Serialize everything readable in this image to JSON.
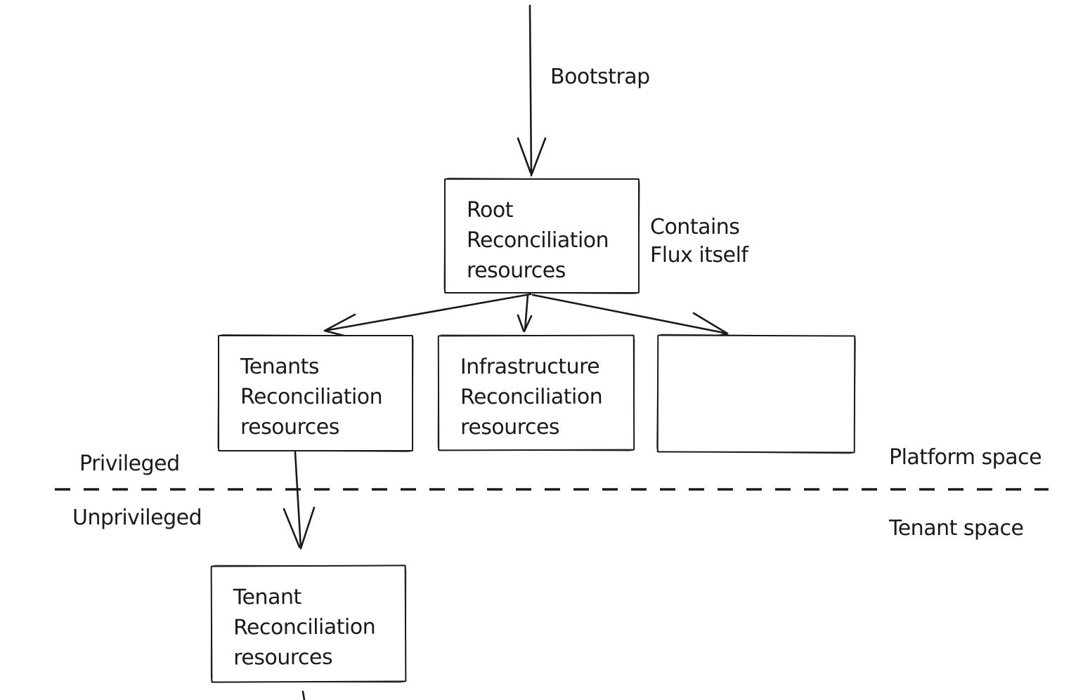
{
  "diagram": {
    "bootstrap_label": "Bootstrap",
    "root_note": "Contains\nFlux itself",
    "nodes": {
      "root": {
        "text": "Root\nReconciliation\nresources"
      },
      "tenants": {
        "text": "Tenants\nReconciliation\nresources"
      },
      "infrastructure": {
        "text": "Infrastructure\nReconciliation\nresources"
      },
      "empty": {
        "text": ""
      },
      "tenant": {
        "text": "Tenant\nReconciliation\nresources"
      }
    },
    "zone_labels": {
      "privileged": "Privileged",
      "unprivileged": "Unprivileged",
      "platform_space": "Platform space",
      "tenant_space": "Tenant space"
    },
    "colors": {
      "ink": "#1a1a1a",
      "background": "#ffffff"
    }
  }
}
